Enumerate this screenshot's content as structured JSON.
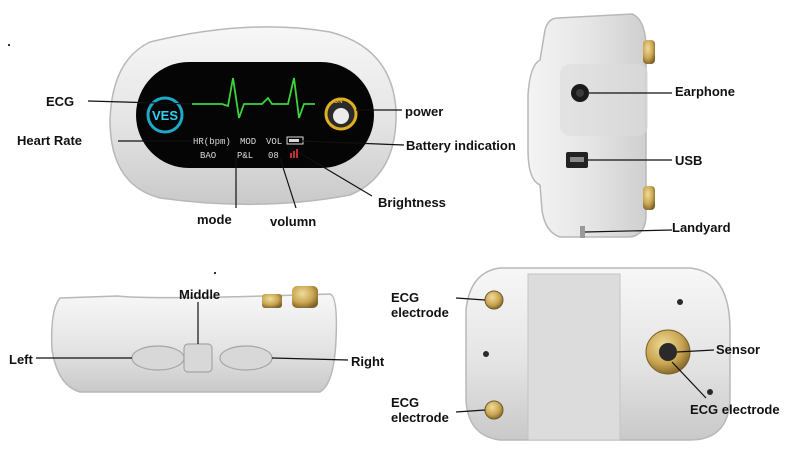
{
  "labels": {
    "ecg": "ECG",
    "heart_rate": "Heart Rate",
    "mode": "mode",
    "volumn": "volumn",
    "power": "power",
    "battery_indication": "Battery indication",
    "brightness": "Brightness",
    "earphone": "Earphone",
    "usb": "USB",
    "landyard": "Landyard",
    "left": "Left",
    "middle": "Middle",
    "right": "Right",
    "ecg_electrode_top_line1": "ECG",
    "ecg_electrode_top_line2": "electrode",
    "ecg_electrode_bottom_line1": "ECG",
    "ecg_electrode_bottom_line2": "electrode",
    "sensor": "Sensor",
    "ecg_electrode_sensor": "ECG electrode"
  },
  "screen": {
    "logo_text": "VES",
    "power_text": "ON",
    "row1": [
      "HR(bpm)",
      "MOD",
      "VOL"
    ],
    "row2": [
      "BAO",
      "P&L",
      "08"
    ]
  },
  "colors": {
    "screen": "#050505",
    "ecg_trace": "#3cd23c",
    "logo_ring": "#1fa8c9",
    "power_ring": "#e0b020",
    "device_body": "#e9e9e9",
    "metal": "#c9a552"
  }
}
